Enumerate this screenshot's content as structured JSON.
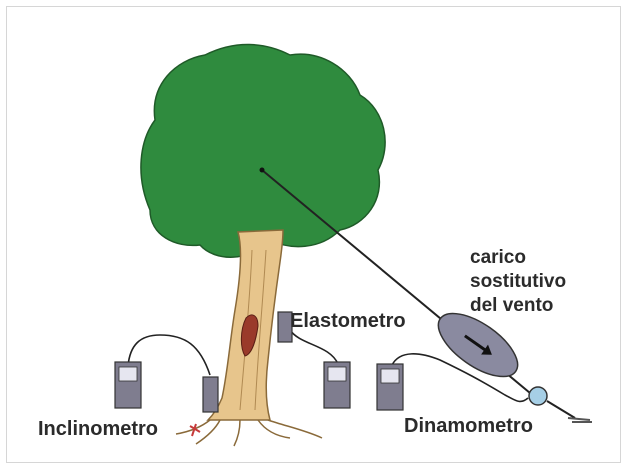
{
  "labels": {
    "elastometro": "Elastometro",
    "carico_line1": "carico",
    "carico_line2": "sostitutivo",
    "carico_line3": "del vento",
    "inclinometro": "Inclinometro",
    "dinamometro": "Dinamometro"
  },
  "colors": {
    "canopy": "#2f8b3e",
    "canopy_edge": "#1f5a28",
    "trunk": "#e7c58c",
    "trunk_edge": "#8a6a3a",
    "wound": "#9a3a2a",
    "instrument": "#7f7d8f",
    "screen": "#e6e6f0",
    "weight": "#8a8aa0",
    "dynamometer": "#a6cfe6",
    "root_stain": "#c63a3a",
    "cable": "#222222"
  }
}
